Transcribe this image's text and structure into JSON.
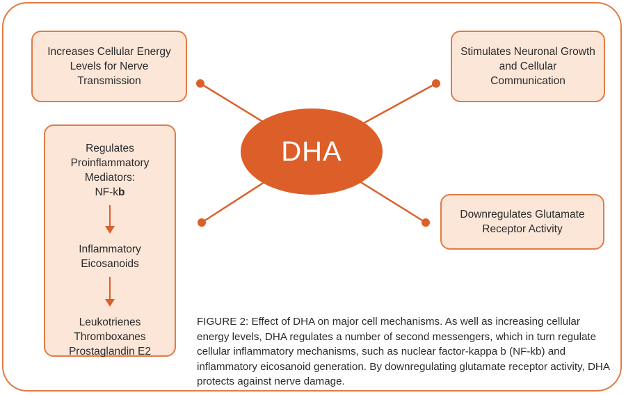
{
  "hub": {
    "label": "DHA"
  },
  "boxes": {
    "top_left": "Increases Cellular Energy Levels for Nerve Transmission",
    "top_right": "Stimulates Neuronal Growth and Cellular Communication",
    "middle_right": "Downregulates Glutamate Receptor Activity",
    "left": {
      "item1_text": "Regulates Proinflammatory Mediators:",
      "item1_prefix": "NF-k",
      "item1_bold": "b",
      "item2": "Inflammatory Eicosanoids",
      "item3_lines": [
        "Leukotrienes",
        "Thromboxanes",
        "Prostaglandin E2"
      ]
    }
  },
  "caption": "FIGURE 2: Effect of DHA on major cell mechanisms. As well as increasing cellular energy levels, DHA regulates a number of second messengers, which in turn regulate cellular inflammatory mechanisms, such as nuclear factor-kappa b (NF-kb) and inflammatory eicosanoid generation. By downregulating glutamate receptor activity, DHA protects against nerve damage.",
  "colors": {
    "accent": "#dc5f2a",
    "border": "#e07b45",
    "box_fill": "#fbe6d8"
  }
}
